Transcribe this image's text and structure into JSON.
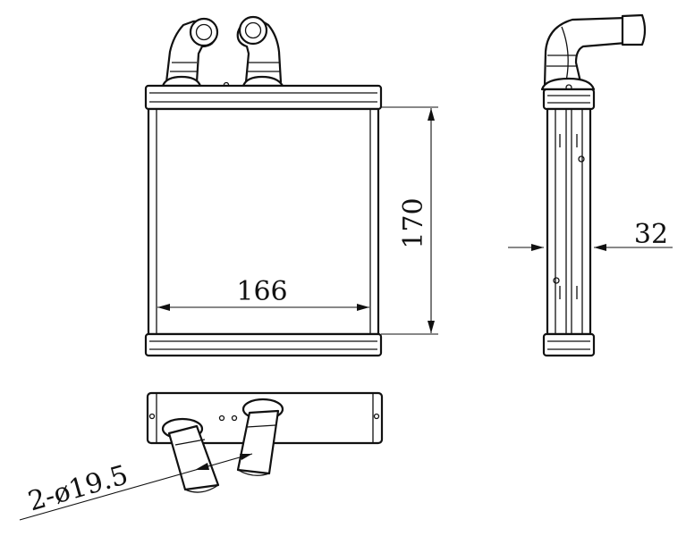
{
  "labels": {
    "width": "166",
    "height": "170",
    "depth": "32",
    "pipe_spec": "2-ø19.5"
  }
}
